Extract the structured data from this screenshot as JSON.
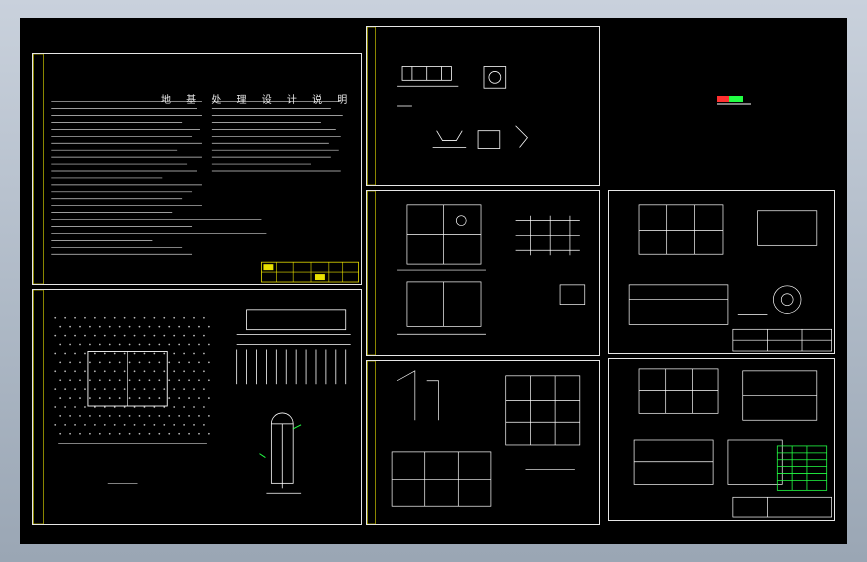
{
  "app": {
    "viewport": "cad-drawing-view"
  },
  "sheets": [
    {
      "id": "design-notes",
      "title": "地 基 处 理 设 计 说 明"
    },
    {
      "id": "pile-layout"
    },
    {
      "id": "details-top"
    },
    {
      "id": "plan-sections-a"
    },
    {
      "id": "plan-sections-b"
    },
    {
      "id": "foundation-details"
    },
    {
      "id": "tank-plans"
    }
  ],
  "colors": {
    "background": "#000000",
    "linework": "#ffffff",
    "accent_green": "#22ff44",
    "title_block_yellow": "#e8e000",
    "accent_red": "#ff3030",
    "window": "#aeb9c6"
  }
}
